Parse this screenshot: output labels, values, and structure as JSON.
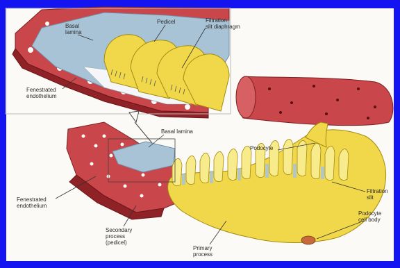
{
  "colors": {
    "border": "#1414f0",
    "background": "#fbfaf6",
    "tissue_red": "#c9464a",
    "tissue_dark": "#8e2226",
    "podocyte_yellow": "#f0d84a",
    "podocyte_light": "#f8eb8c",
    "lamina_blue": "#a9c3d6",
    "nucleus": "#c76a3a"
  },
  "labels": {
    "inset_basal_lamina": "Basal\nlamina",
    "inset_pedicel": "Pedicel",
    "inset_filtration_slit_diaphragm": "Filtration\nslit diaphragm",
    "inset_fenestrated_endothelium": "Fenestrated\nendothelium",
    "main_basal_lamina": "Basal lamina",
    "main_podocyte": "Podocyte",
    "main_fenestrated_endothelium": "Fenestrated\nendothelium",
    "main_filtration_slit": "Filtration\nslit",
    "main_podocyte_cell_body": "Podocyte\ncell body",
    "main_secondary_process": "Secondary\nprocess\n(pedicel)",
    "main_primary_process": "Primary\nprocess"
  }
}
